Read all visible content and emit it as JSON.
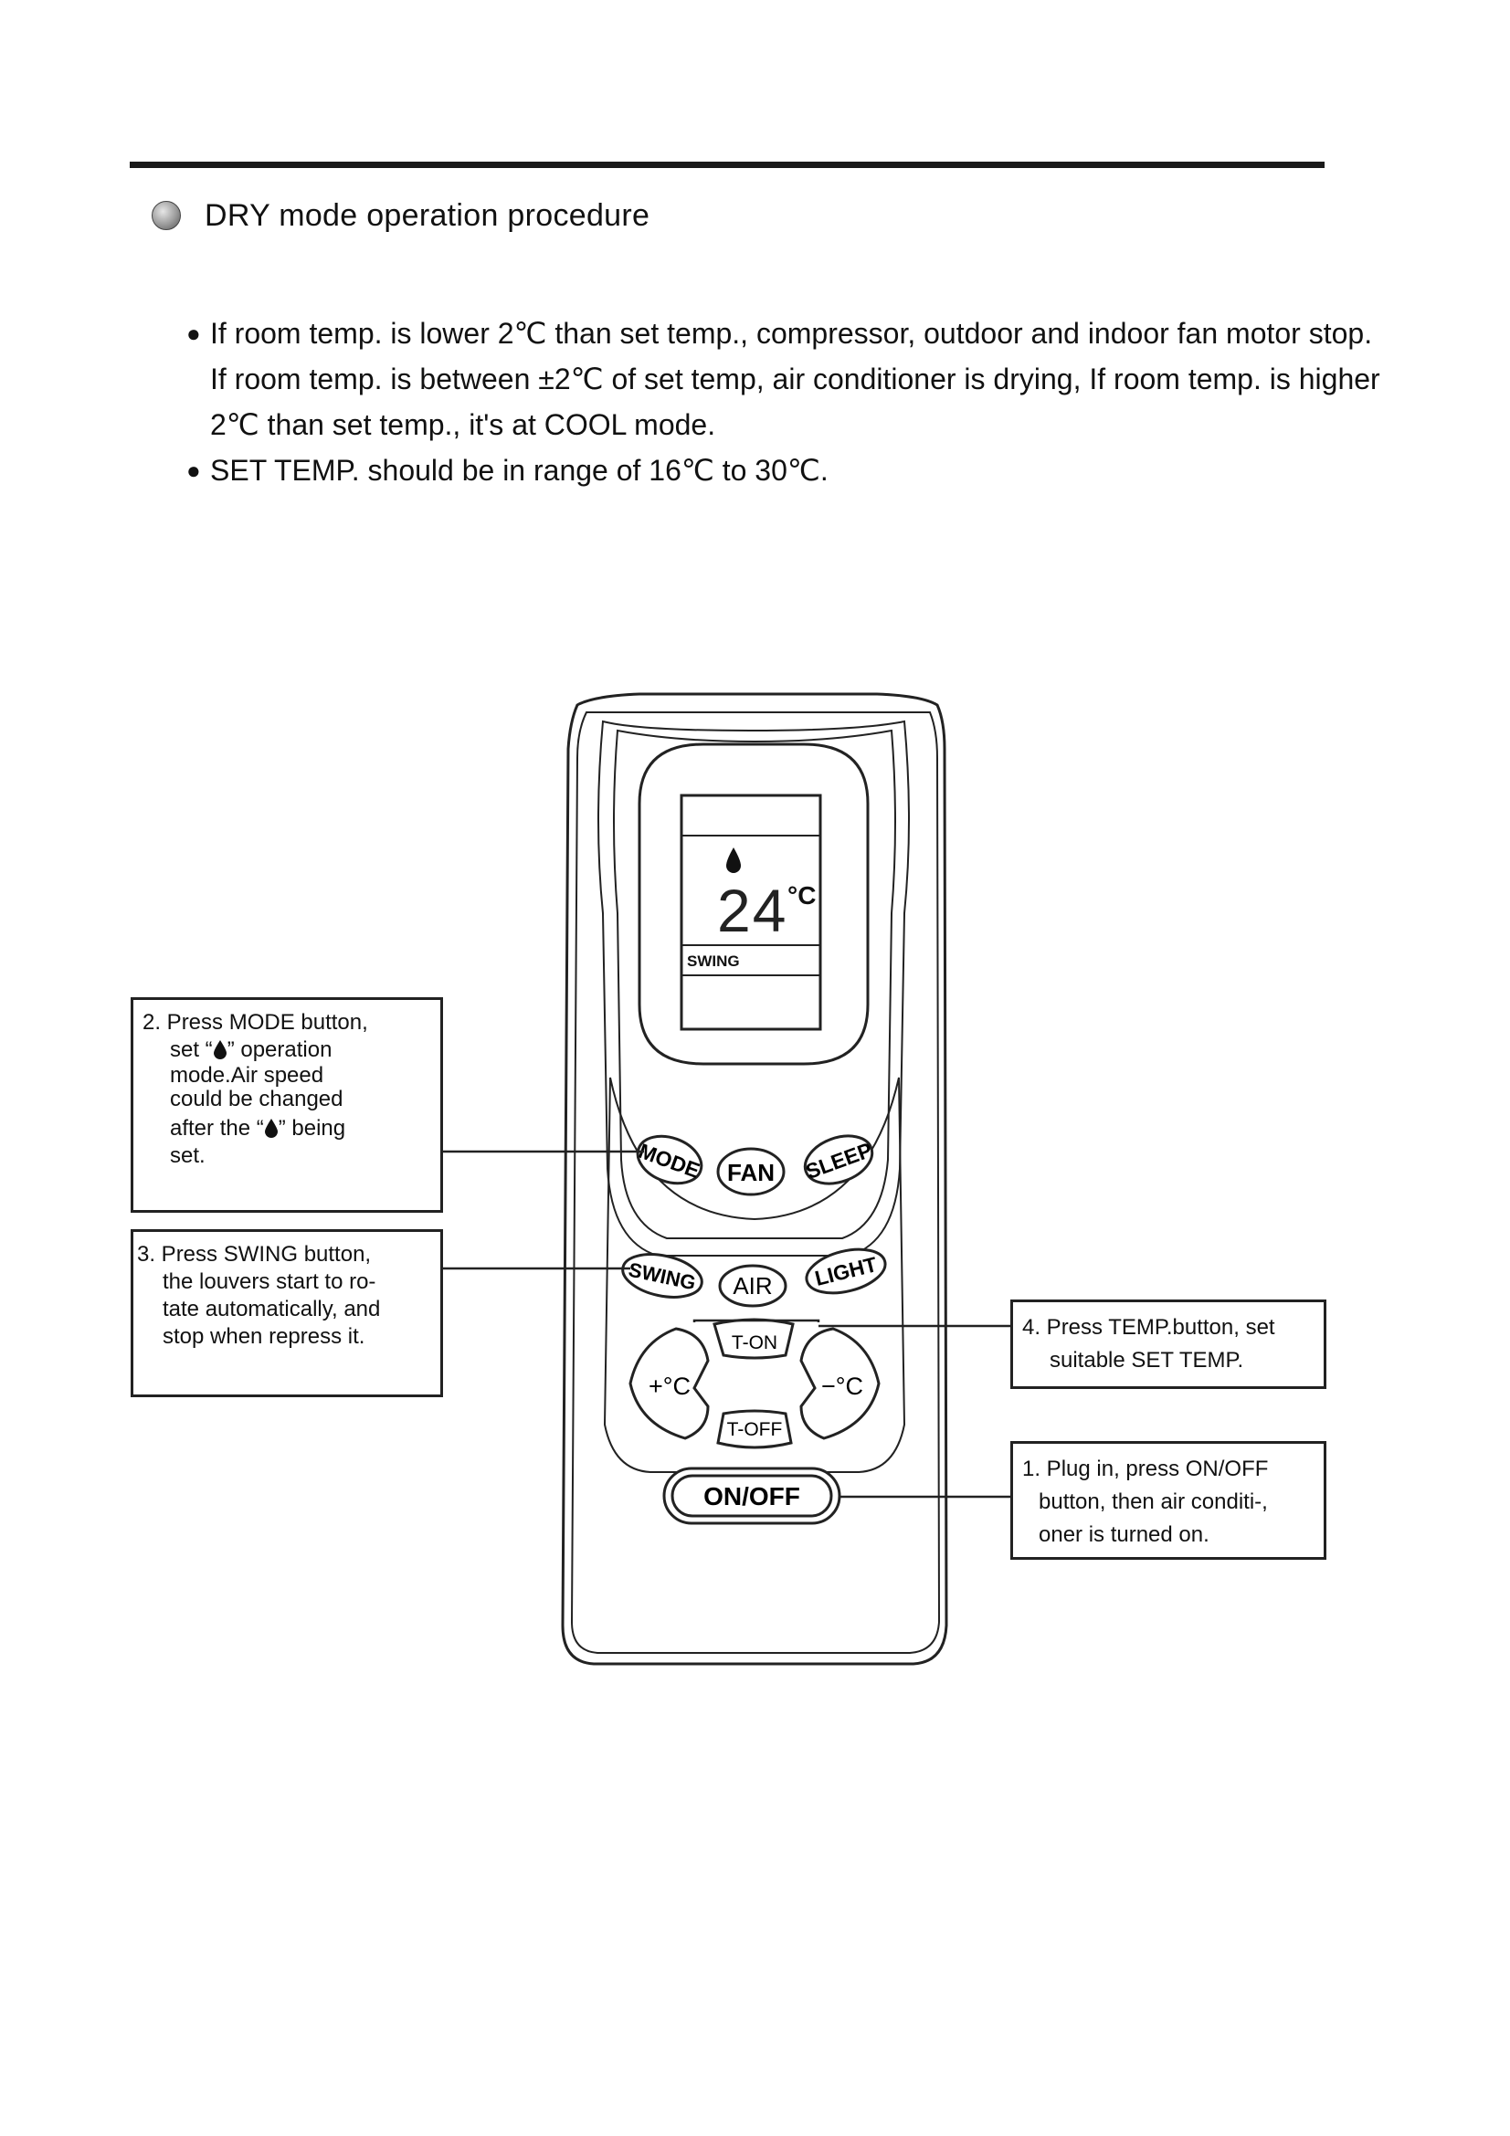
{
  "section": {
    "title": "DRY mode operation procedure"
  },
  "bullets": [
    {
      "text": "If room temp. is lower 2℃ than set temp., compressor, outdoor and indoor fan motor stop. If room temp. is between ±2℃ of set temp, air conditioner is drying, If room temp. is higher 2℃ than set temp., it's at COOL mode."
    },
    {
      "text": "SET TEMP. should be in range of 16℃ to 30℃."
    }
  ],
  "remote": {
    "display": {
      "temperature": "24",
      "unit": "°C",
      "swing_label": "SWING",
      "mode_icon": "drop-icon"
    },
    "buttons": {
      "mode": "MODE",
      "fan": "FAN",
      "sleep": "SLEEP",
      "swing": "SWING",
      "air": "AIR",
      "light": "LIGHT",
      "t_on": "T-ON",
      "t_off": "T-OFF",
      "temp_up": "+°C",
      "temp_down": "−°C",
      "on_off": "ON/OFF"
    }
  },
  "callouts": {
    "mode": {
      "line1": "2. Press MODE button,",
      "line2_pre": "set “",
      "line2_post": "” operation",
      "line3": "mode.Air speed",
      "line4": "could be changed",
      "line5_pre": "after the “",
      "line5_post": "” being",
      "line6": "set."
    },
    "swing": {
      "line1": "3. Press SWING button,",
      "line2": "the louvers start to ro-",
      "line3": "tate automatically, and",
      "line4": "stop when repress it."
    },
    "temp": {
      "line1": "4. Press TEMP.button, set",
      "line2": "suitable SET TEMP."
    },
    "onoff": {
      "line1": "1. Plug in, press ON/OFF",
      "line2": "button, then air conditi-,",
      "line3": "oner is turned on."
    }
  }
}
